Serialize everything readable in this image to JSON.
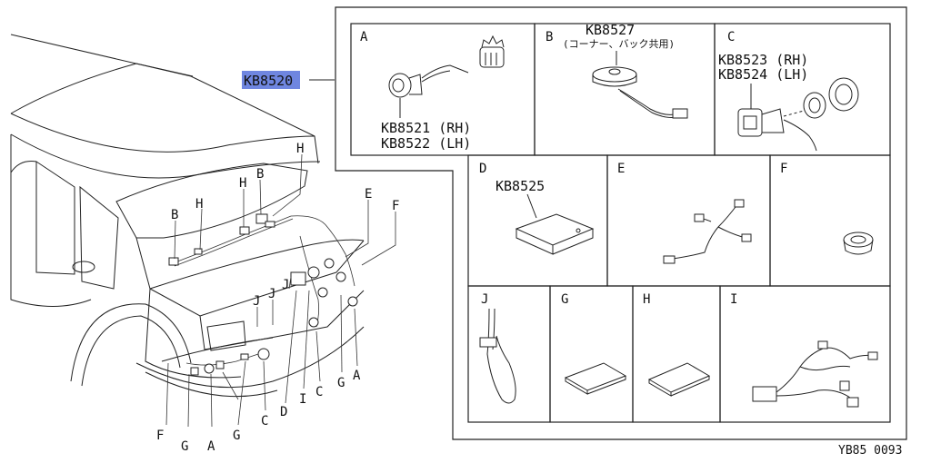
{
  "main_part": {
    "label": "KB8520",
    "highlight_color": "#6f86e0"
  },
  "panels": {
    "A": {
      "letter": "A",
      "part_rh": "KB8521 (RH)",
      "part_lh": "KB8522 (LH)"
    },
    "B": {
      "letter": "B",
      "part": "KB8527",
      "note": "(コーナー、バック共用)"
    },
    "C": {
      "letter": "C",
      "part_rh": "KB8523 (RH)",
      "part_lh": "KB8524 (LH)"
    },
    "D": {
      "letter": "D",
      "part": "KB8525"
    },
    "E": {
      "letter": "E"
    },
    "F": {
      "letter": "F"
    },
    "J": {
      "letter": "J"
    },
    "G": {
      "letter": "G"
    },
    "H": {
      "letter": "H"
    },
    "I": {
      "letter": "I"
    }
  },
  "car_callouts": {
    "h_top": "H",
    "e": "E",
    "f_top": "F",
    "b_mid": "B",
    "h_mid": "H",
    "b_left": "B",
    "h_left": "H",
    "j1": "J",
    "j2": "J",
    "j3": "J",
    "f_bottom": "F",
    "g_bottom_left": "G",
    "a_bottom": "A",
    "g_bottom_mid": "G",
    "c_bottom": "C",
    "d_bottom": "D",
    "i_bottom": "I",
    "c_right": "C",
    "g_right": "G",
    "a_right": "A"
  },
  "figure_code": "YB85 0093"
}
